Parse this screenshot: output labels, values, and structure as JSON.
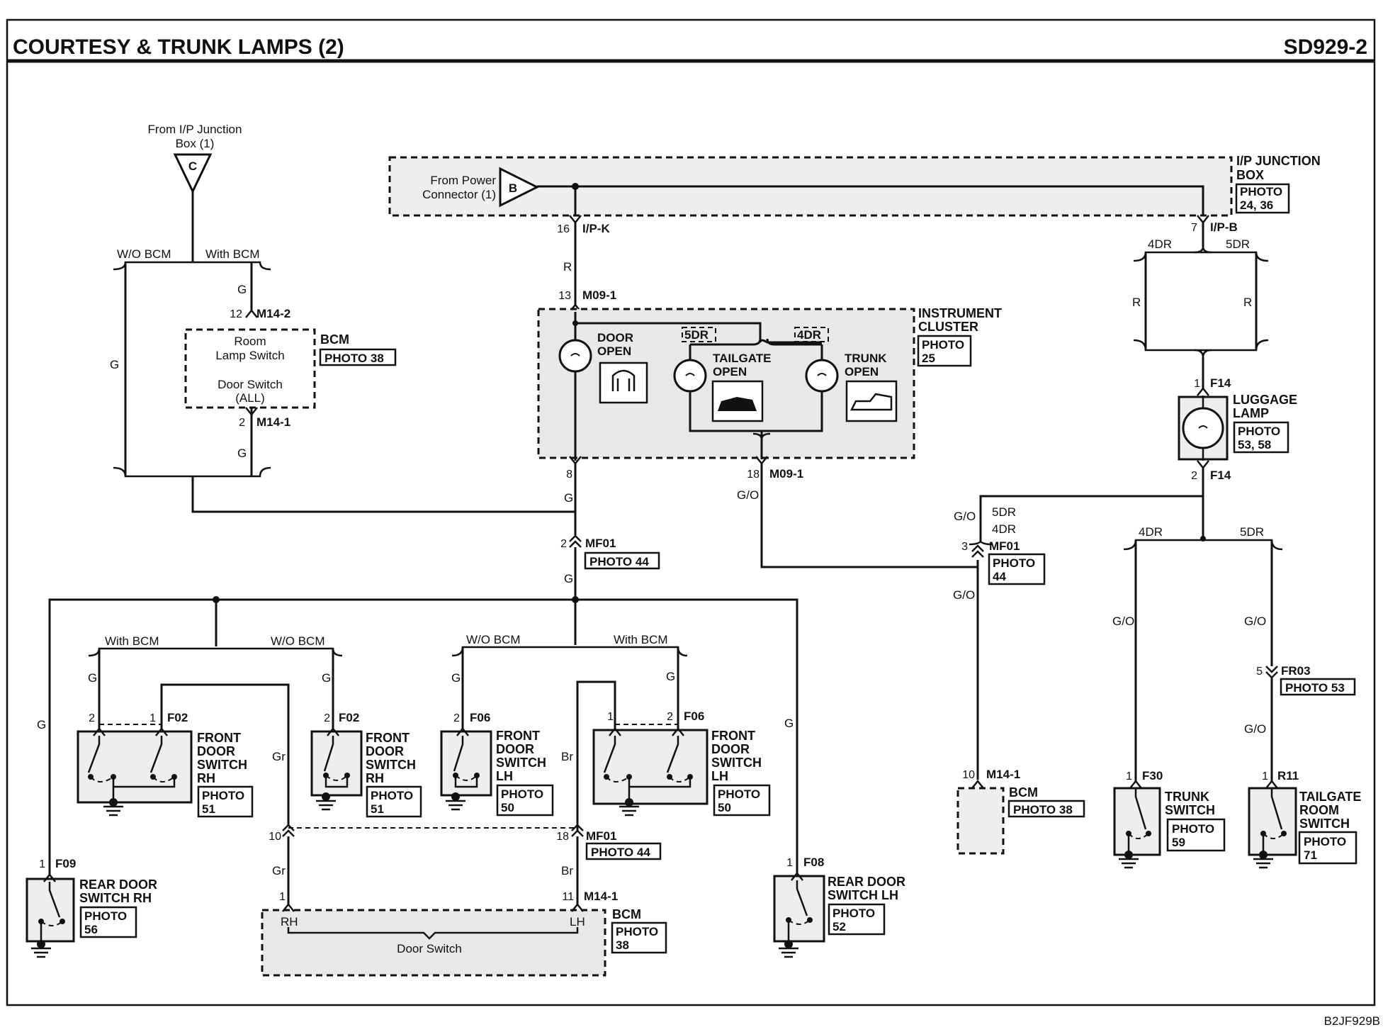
{
  "header": {
    "title": "COURTESY & TRUNK LAMPS (2)",
    "code": "SD929-2"
  },
  "footer": {
    "ref": "B2JF929B"
  },
  "connectors": {
    "c": {
      "letter": "C",
      "source_line1": "From I/P Junction",
      "source_line2": "Box (1)"
    },
    "b": {
      "letter": "B",
      "source_line1": "From Power",
      "source_line2": "Connector (1)"
    }
  },
  "ipjb": {
    "name1": "I/P JUNCTION",
    "name2": "BOX",
    "photo1": "PHOTO",
    "photo2": "24, 36",
    "pin_k": "16",
    "conn_k": "I/P-K",
    "pin_b": "7",
    "conn_b": "I/P-B"
  },
  "options": {
    "wo_bcm": "W/O BCM",
    "with_bcm": "With BCM",
    "dr4": "4DR",
    "dr5": "5DR"
  },
  "wires": {
    "g": "G",
    "r": "R",
    "go": "G/O",
    "gr": "Gr",
    "br": "Br"
  },
  "bcm_top": {
    "name": "BCM",
    "photo": "PHOTO 38",
    "line1": "Room",
    "line2": "Lamp Switch",
    "line3": "Door Switch",
    "line4": "(ALL)",
    "pin_top": "12",
    "conn_top": "M14-2",
    "pin_bot": "2",
    "conn_bot": "M14-1"
  },
  "cluster": {
    "name1": "INSTRUMENT",
    "name2": "CLUSTER",
    "photo1": "PHOTO",
    "photo2": "25",
    "pin_top": "13",
    "conn_top": "M09-1",
    "pin_left": "8",
    "pin_right": "18",
    "conn_bot": "M09-1",
    "door_open1": "DOOR",
    "door_open2": "OPEN",
    "tailgate1": "TAILGATE",
    "tailgate2": "OPEN",
    "trunk1": "TRUNK",
    "trunk2": "OPEN",
    "tag5dr": "5DR",
    "tag4dr": "4DR"
  },
  "mf01_center": {
    "pin": "2",
    "conn": "MF01",
    "photo": "PHOTO 44"
  },
  "mf01_right": {
    "pin": "3",
    "conn": "MF01",
    "photo1": "PHOTO",
    "photo2": "44"
  },
  "mf01_lower": {
    "pin_left": "10",
    "pin_right": "18",
    "conn": "MF01",
    "photo": "PHOTO 44"
  },
  "luggage": {
    "name1": "LUGGAGE",
    "name2": "LAMP",
    "photo1": "PHOTO",
    "photo2": "53, 58",
    "pin_top": "1",
    "conn_top": "F14",
    "pin_bot": "2",
    "conn_bot": "F14"
  },
  "front_rh_bcm": {
    "pin_a": "2",
    "pin_b": "1",
    "conn": "F02",
    "name1": "FRONT",
    "name2": "DOOR",
    "name3": "SWITCH",
    "name4": "RH",
    "photo1": "PHOTO",
    "photo2": "51"
  },
  "front_rh_wo": {
    "pin": "2",
    "conn": "F02",
    "name1": "FRONT",
    "name2": "DOOR",
    "name3": "SWITCH",
    "name4": "RH",
    "photo1": "PHOTO",
    "photo2": "51"
  },
  "front_lh_wo": {
    "pin": "2",
    "conn": "F06",
    "name1": "FRONT",
    "name2": "DOOR",
    "name3": "SWITCH",
    "name4": "LH",
    "photo1": "PHOTO",
    "photo2": "50"
  },
  "front_lh_bcm": {
    "pin_a": "1",
    "pin_b": "2",
    "conn": "F06",
    "name1": "FRONT",
    "name2": "DOOR",
    "name3": "SWITCH",
    "name4": "LH",
    "photo1": "PHOTO",
    "photo2": "50"
  },
  "rear_rh": {
    "pin": "1",
    "conn": "F09",
    "name1": "REAR DOOR",
    "name2": "SWITCH RH",
    "photo1": "PHOTO",
    "photo2": "56"
  },
  "rear_lh": {
    "pin": "1",
    "conn": "F08",
    "name1": "REAR DOOR",
    "name2": "SWITCH LH",
    "photo1": "PHOTO",
    "photo2": "52"
  },
  "bcm_bottom": {
    "name": "BCM",
    "photo1": "PHOTO",
    "photo2": "38",
    "pin_rh": "1",
    "pin_lh": "11",
    "conn": "M14-1",
    "rh": "RH",
    "lh": "LH",
    "door_switch": "Door Switch"
  },
  "bcm_right": {
    "pin": "10",
    "conn": "M14-1",
    "name": "BCM",
    "photo": "PHOTO 38"
  },
  "trunk_switch": {
    "pin": "1",
    "conn": "F30",
    "name1": "TRUNK",
    "name2": "SWITCH",
    "photo1": "PHOTO",
    "photo2": "59"
  },
  "fr03": {
    "pin": "5",
    "conn": "FR03",
    "photo": "PHOTO 53"
  },
  "tailgate_switch": {
    "pin": "1",
    "conn": "R11",
    "name1": "TAILGATE",
    "name2": "ROOM",
    "name3": "SWITCH",
    "photo1": "PHOTO",
    "photo2": "71"
  }
}
